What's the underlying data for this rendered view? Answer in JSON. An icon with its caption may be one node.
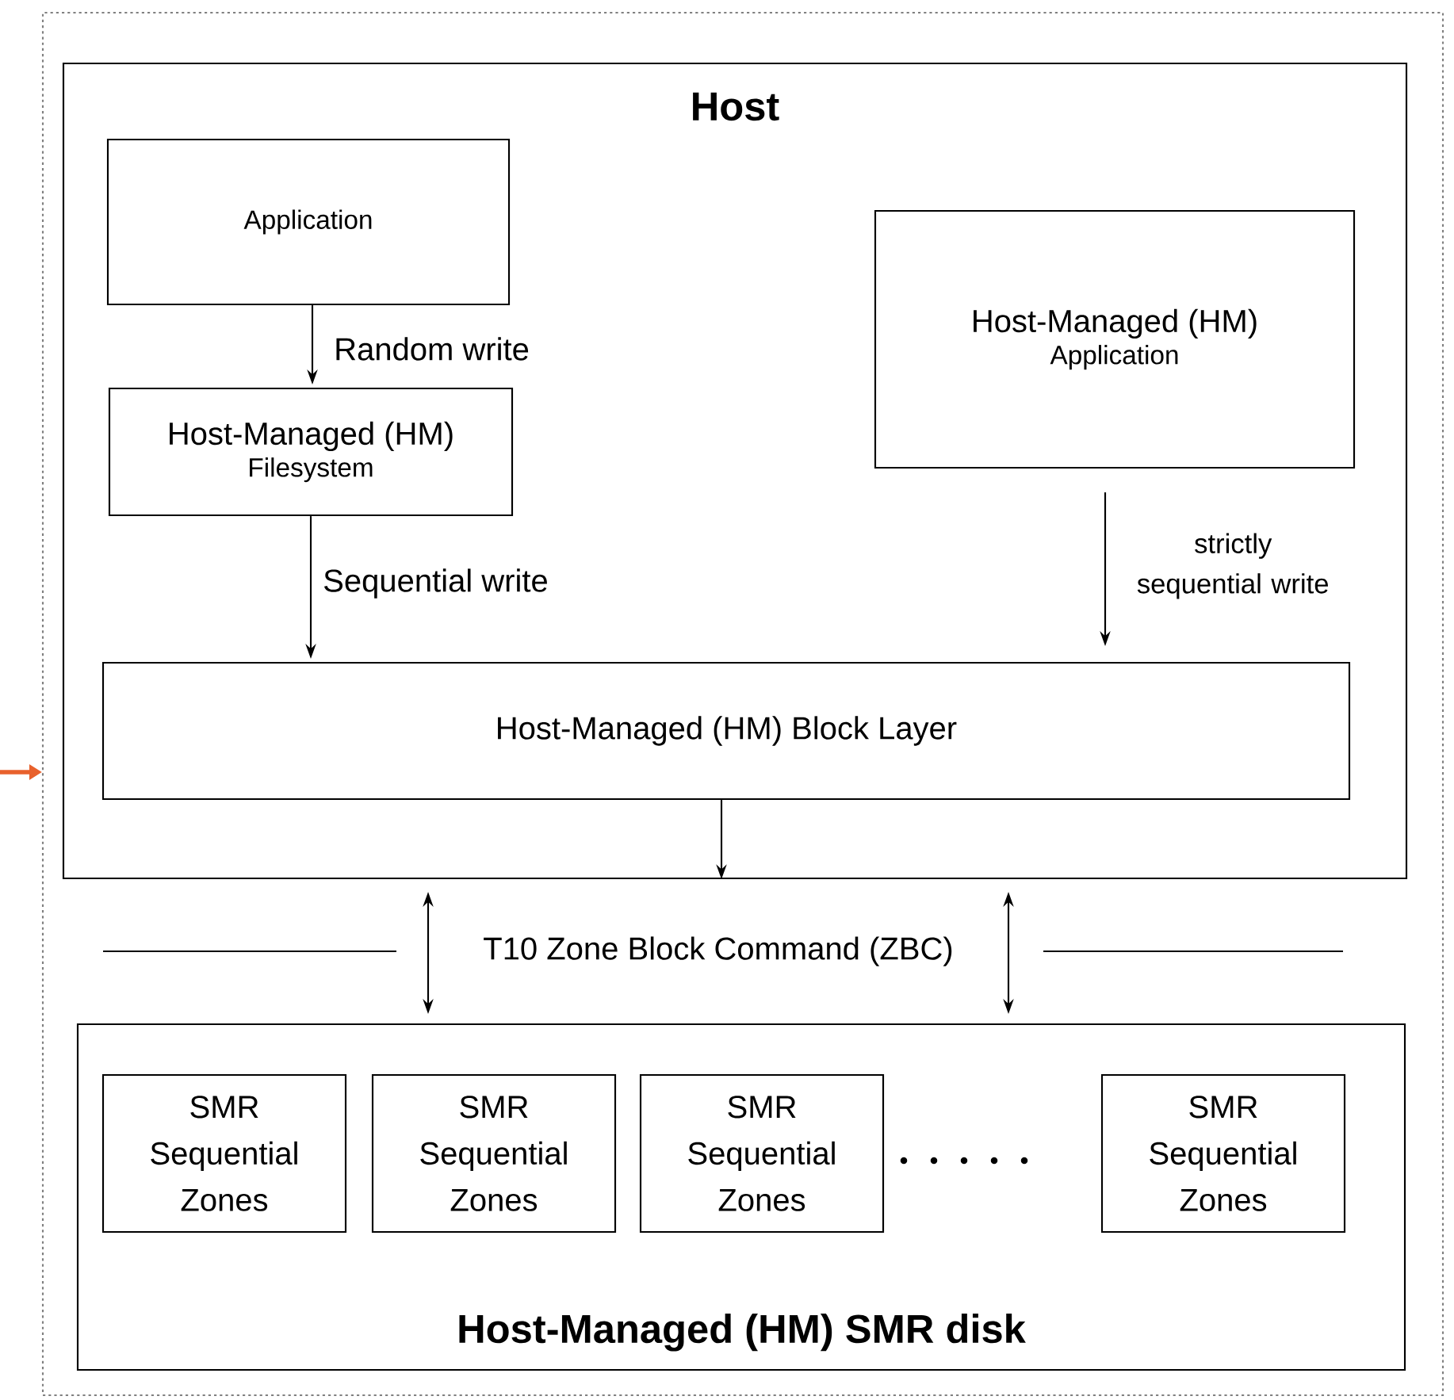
{
  "diagram": {
    "nodes": [
      {
        "text": [],
        "shape": "box"
      },
      {
        "text": [
          "Host"
        ],
        "in": 0
      },
      {
        "text": [
          "Application"
        ],
        "in": 1
      },
      {
        "text": [
          "Host-Managed (HM)",
          "Filesystem"
        ],
        "in": 1
      },
      {
        "text": [
          "Host-Managed (HM)",
          "Application"
        ],
        "in": 1
      },
      {
        "text": [
          "Host-Managed (HM) Block Layer"
        ],
        "in": 1
      },
      {
        "text": [
          "Host-Managed (HM) SMR disk"
        ],
        "in": 0
      },
      {
        "text": [
          "SMR Sequential Zones"
        ],
        "in": 6
      },
      {
        "text": [
          "SMR Sequential Zones"
        ],
        "in": 6
      },
      {
        "text": [
          "SMR Sequential Zones"
        ],
        "in": 6
      },
      {
        "text": [
          "SMR Sequential Zones"
        ],
        "in": 6
      }
    ],
    "edges": [
      {
        "from": 2,
        "to": 3,
        "arrow": "to",
        "label": "Random write"
      },
      {
        "from": 3,
        "to": 5,
        "arrow": "to",
        "label": "Sequential write"
      },
      {
        "from": 4,
        "to": 5,
        "arrow": "to",
        "label": "strictly sequential write"
      },
      {
        "from": 5,
        "to": 1,
        "arrow": "to"
      },
      {
        "from": 1,
        "to": 6,
        "arrow": "both"
      },
      {
        "from": 1,
        "to": 6,
        "arrow": "both"
      },
      {
        "from": null,
        "to": 0,
        "arrow": "to",
        "color": "#e8612c",
        "style": "thick"
      }
    ],
    "labels": [
      "T10 Zone Block Command (ZBC)"
    ]
  }
}
